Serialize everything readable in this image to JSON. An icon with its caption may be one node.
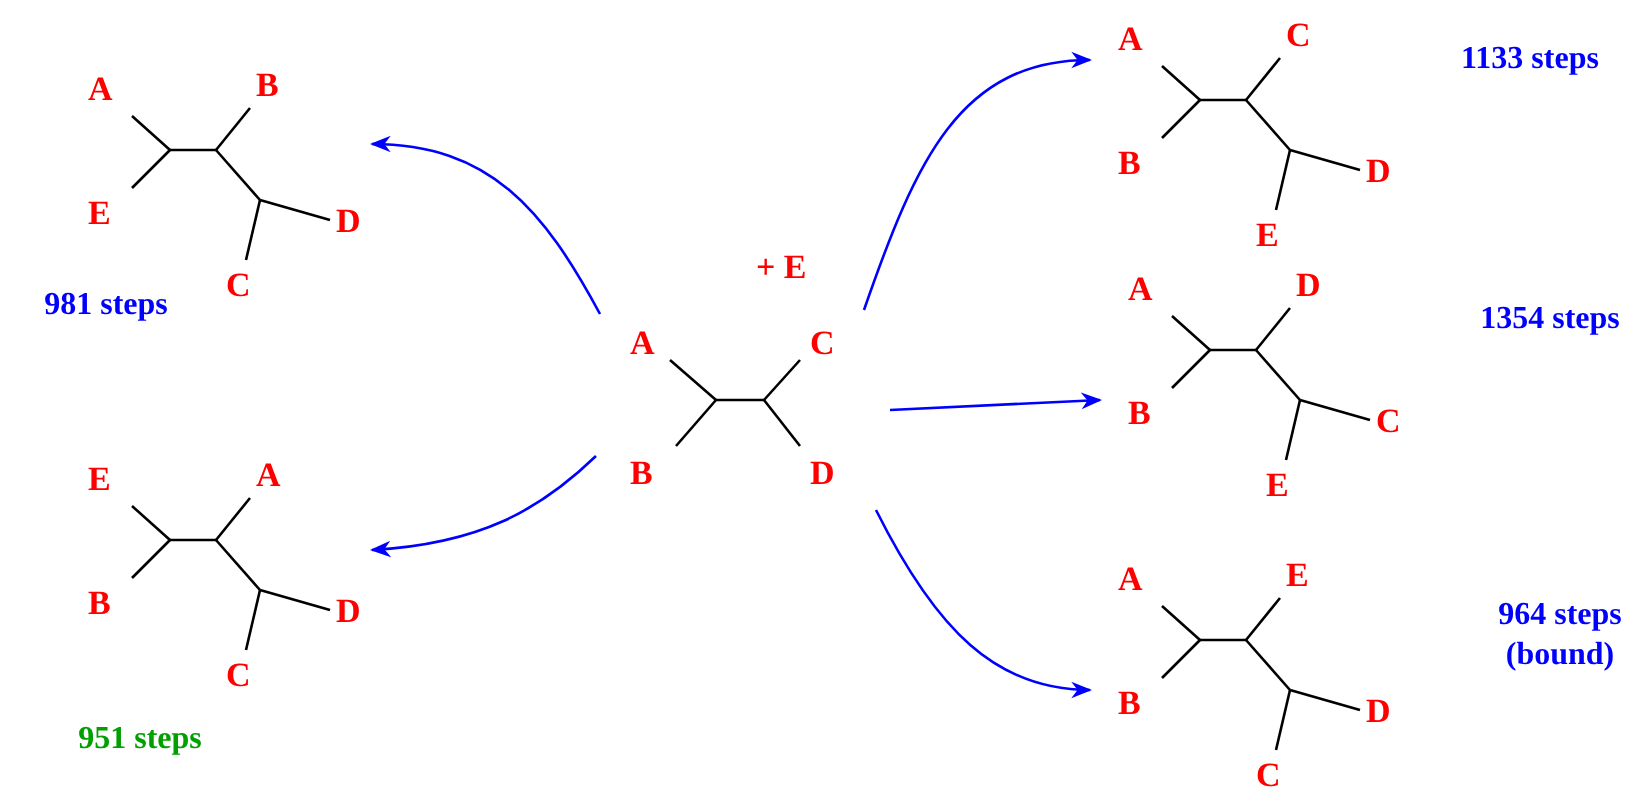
{
  "diagram": {
    "nodes": [
      {
        "text": [
          "A",
          "C",
          "B",
          "D"
        ]
      },
      {
        "text": [
          "A",
          "B",
          "E",
          "D",
          "C"
        ],
        "beside": [
          "981 steps"
        ]
      },
      {
        "text": [
          "E",
          "A",
          "B",
          "D",
          "C"
        ],
        "beside": [
          "951 steps"
        ]
      },
      {
        "text": [
          "A",
          "C",
          "B",
          "D",
          "E"
        ],
        "beside": [
          "1133 steps"
        ]
      },
      {
        "text": [
          "A",
          "D",
          "B",
          "C",
          "E"
        ],
        "beside": [
          "1354 steps"
        ]
      },
      {
        "text": [
          "A",
          "E",
          "B",
          "D",
          "C"
        ],
        "beside": [
          "964 steps (bound)"
        ]
      }
    ],
    "edges": [
      {
        "from": 0,
        "to": 1,
        "arrow": "to"
      },
      {
        "from": 0,
        "to": 2,
        "arrow": "to"
      },
      {
        "from": 0,
        "to": 3,
        "arrow": "to"
      },
      {
        "from": 0,
        "to": 4,
        "arrow": "to"
      },
      {
        "from": 0,
        "to": 5,
        "arrow": "to"
      }
    ],
    "labels": [
      "+ E"
    ]
  }
}
